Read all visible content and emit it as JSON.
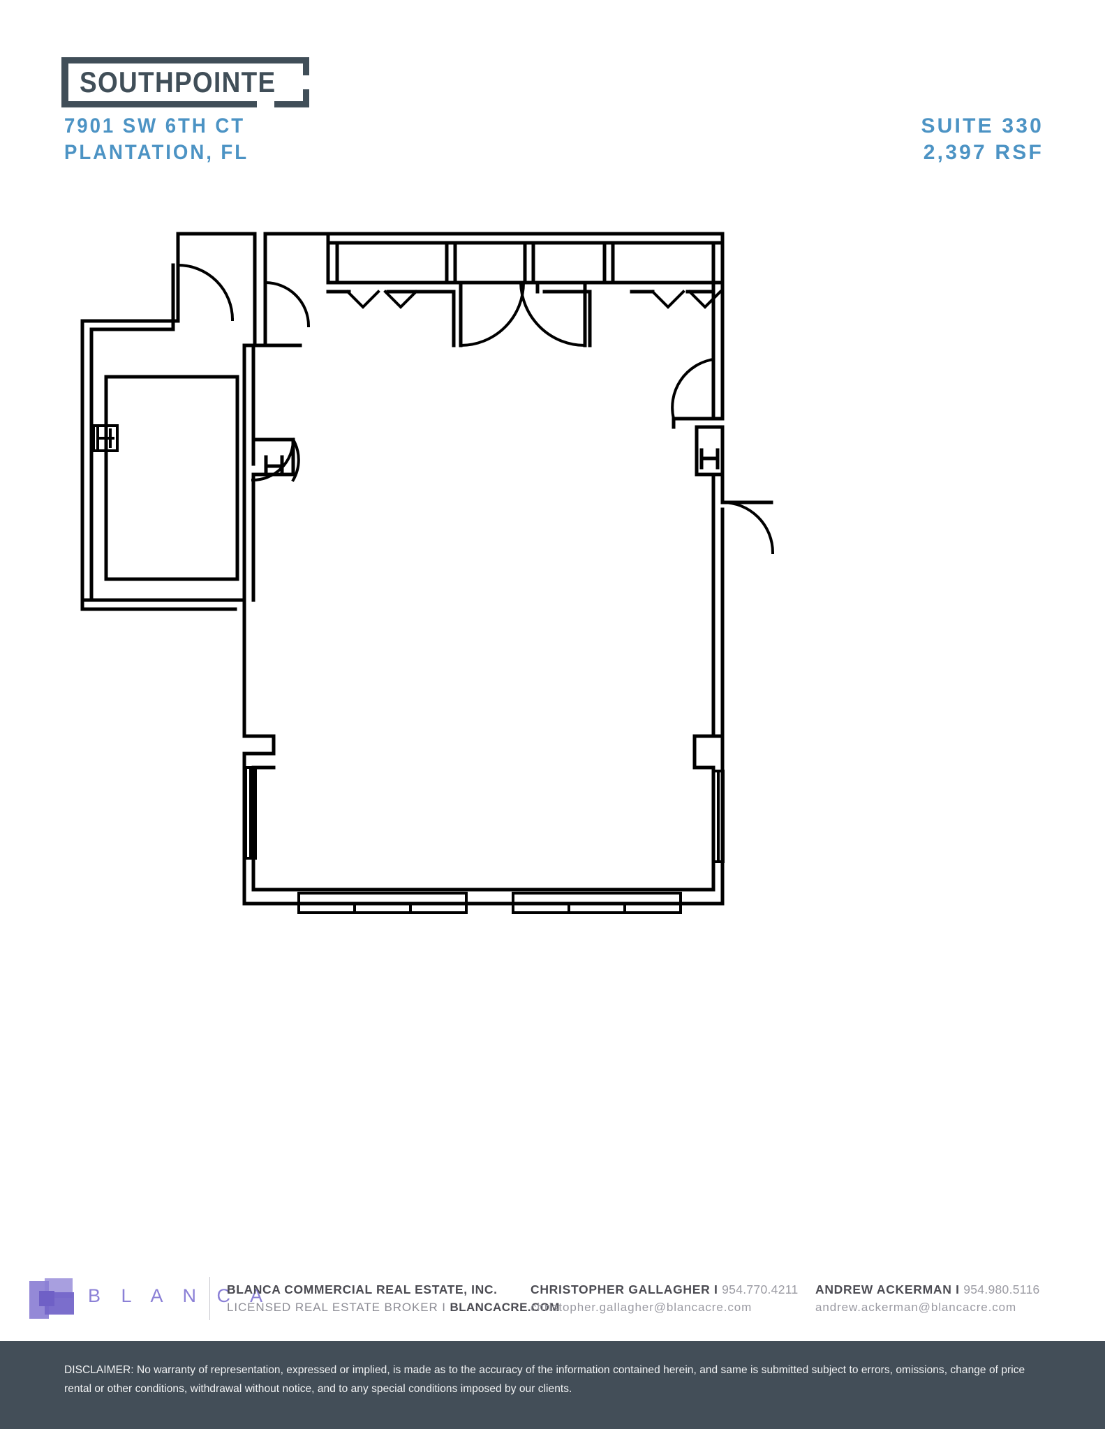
{
  "header": {
    "building_name": "SOUTHPOINTE",
    "address_line1": "7901 SW 6TH CT",
    "address_line2": "PLANTATION, FL",
    "suite": "SUITE 330",
    "rsf": "2,397 RSF",
    "accent_color": "#4c93c4",
    "logo_color": "#404e58"
  },
  "floorplan": {
    "title": "Suite 330 floor plan",
    "description": "Black and white architectural floor plan line drawing of an office suite with an open central area, a row of private offices along the top (north) wall, a storage/utility room on the left, and window glazing along the bottom and lower-left walls.",
    "line_color": "#000000",
    "fill_color": "#ffffff",
    "features": [
      "entry door top left",
      "row of 4 private offices along north wall",
      "door swing arcs",
      "storage room with plumbing fixture on west side",
      "column jogs with H-shaped structural columns",
      "window glazing bands along south wall",
      "two exit doors on east wall"
    ]
  },
  "footer": {
    "brand_word": "B L A N C A",
    "firm_name": "BLANCA COMMERCIAL REAL ESTATE, INC.",
    "firm_license_prefix": "LICENSED REAL ESTATE BROKER I ",
    "firm_website": "BLANCACRE.COM",
    "brand_purple": "#7b6fd0",
    "contacts": [
      {
        "name": "CHRISTOPHER GALLAGHER",
        "separator": "I",
        "phone": "954.770.4211",
        "email": "christopher.gallagher@blancacre.com"
      },
      {
        "name": "ANDREW ACKERMAN",
        "separator": "I",
        "phone": "954.980.5116",
        "email": "andrew.ackerman@blancacre.com"
      }
    ]
  },
  "disclaimer": {
    "text": "DISCLAIMER: No warranty of representation, expressed or implied, is made as to the accuracy of the information contained herein, and same is submitted subject to errors, omissions, change of price rental or other conditions, withdrawal without notice, and to any special conditions imposed by our clients.",
    "background_color": "#434e58"
  }
}
